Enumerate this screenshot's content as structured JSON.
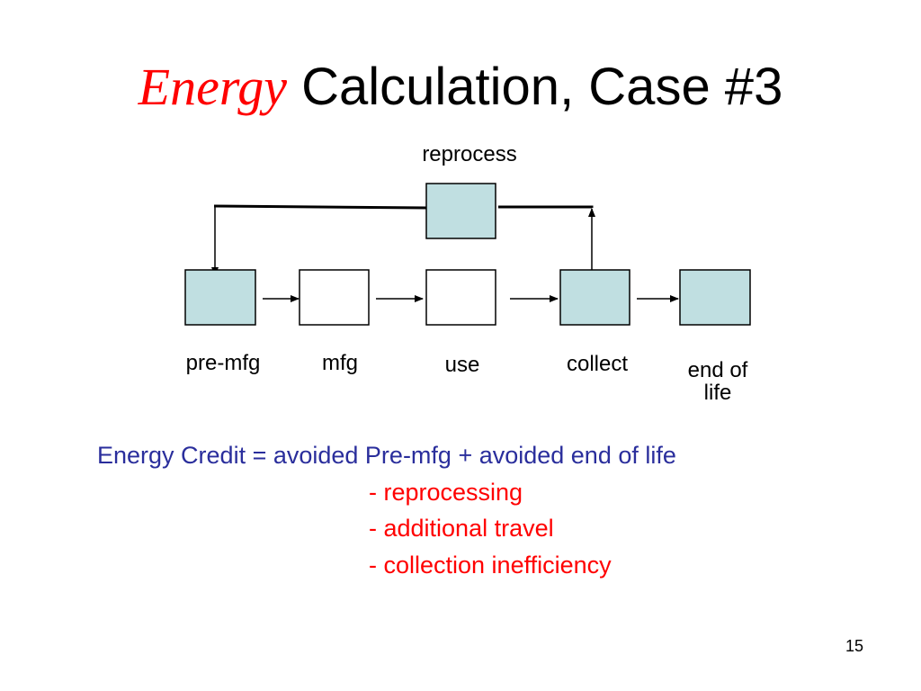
{
  "title": {
    "emphasis": "Energy",
    "rest": "Calculation, Case #3"
  },
  "diagram": {
    "nodes": {
      "premfg": {
        "label": "pre-mfg",
        "fill": "#c0dfe1"
      },
      "mfg": {
        "label": "mfg",
        "fill": "#ffffff"
      },
      "use": {
        "label": "use",
        "fill": "#ffffff"
      },
      "collect": {
        "label": "collect",
        "fill": "#c0dfe1"
      },
      "end_of_life": {
        "label": "end of life",
        "fill": "#c0dfe1"
      },
      "reprocess": {
        "label": "reprocess",
        "fill": "#c0dfe1"
      }
    }
  },
  "formula": {
    "credit": "Energy Credit = avoided Pre-mfg + avoided end of life",
    "deductions": [
      "- reprocessing",
      "- additional travel",
      "- collection inefficiency"
    ]
  },
  "colors": {
    "accent_red": "#ff0000",
    "credit_blue": "#2a2e9c",
    "box_teal": "#c0dfe1"
  },
  "page_number": "15"
}
